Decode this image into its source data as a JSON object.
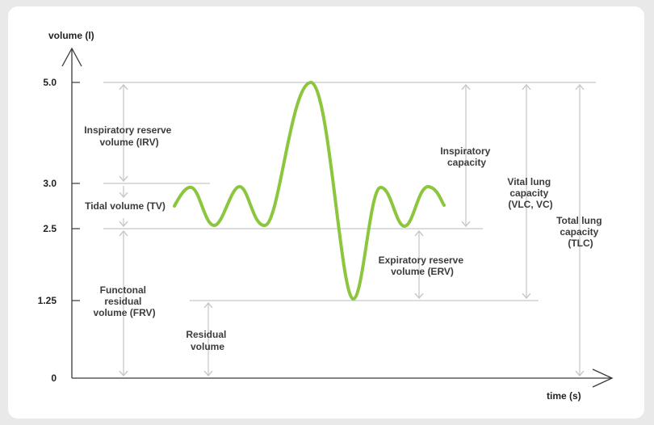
{
  "axis": {
    "y_title": "volume (l)",
    "x_title": "time (s)",
    "ticks": [
      {
        "label": "5.0",
        "value": 5.0
      },
      {
        "label": "3.0",
        "value": 3.0
      },
      {
        "label": "2.5",
        "value": 2.5
      },
      {
        "label": "1.25",
        "value": 1.25
      },
      {
        "label": "0",
        "value": 0
      }
    ]
  },
  "labels": {
    "irv": [
      "Inspiratory reserve",
      "volume (IRV)"
    ],
    "tv": [
      "Tidal volume (TV)"
    ],
    "frv": [
      "Functonal",
      "residual",
      "volume (FRV)"
    ],
    "rv": [
      "Residual",
      "volume"
    ],
    "ic": [
      "Inspiratory",
      "capacity"
    ],
    "erv": [
      "Expiratory reserve",
      "volume (ERV)"
    ],
    "vc": [
      "Vital lung",
      "capacity",
      "(VLC, VC)"
    ],
    "tlc": [
      "Total lung",
      "capacity",
      "(TLC)"
    ]
  },
  "colors": {
    "curve": "#8cc63f",
    "reference_line": "#c8c8c8",
    "arrow": "#c8c8c8",
    "axis": "#3a3a3a"
  }
}
